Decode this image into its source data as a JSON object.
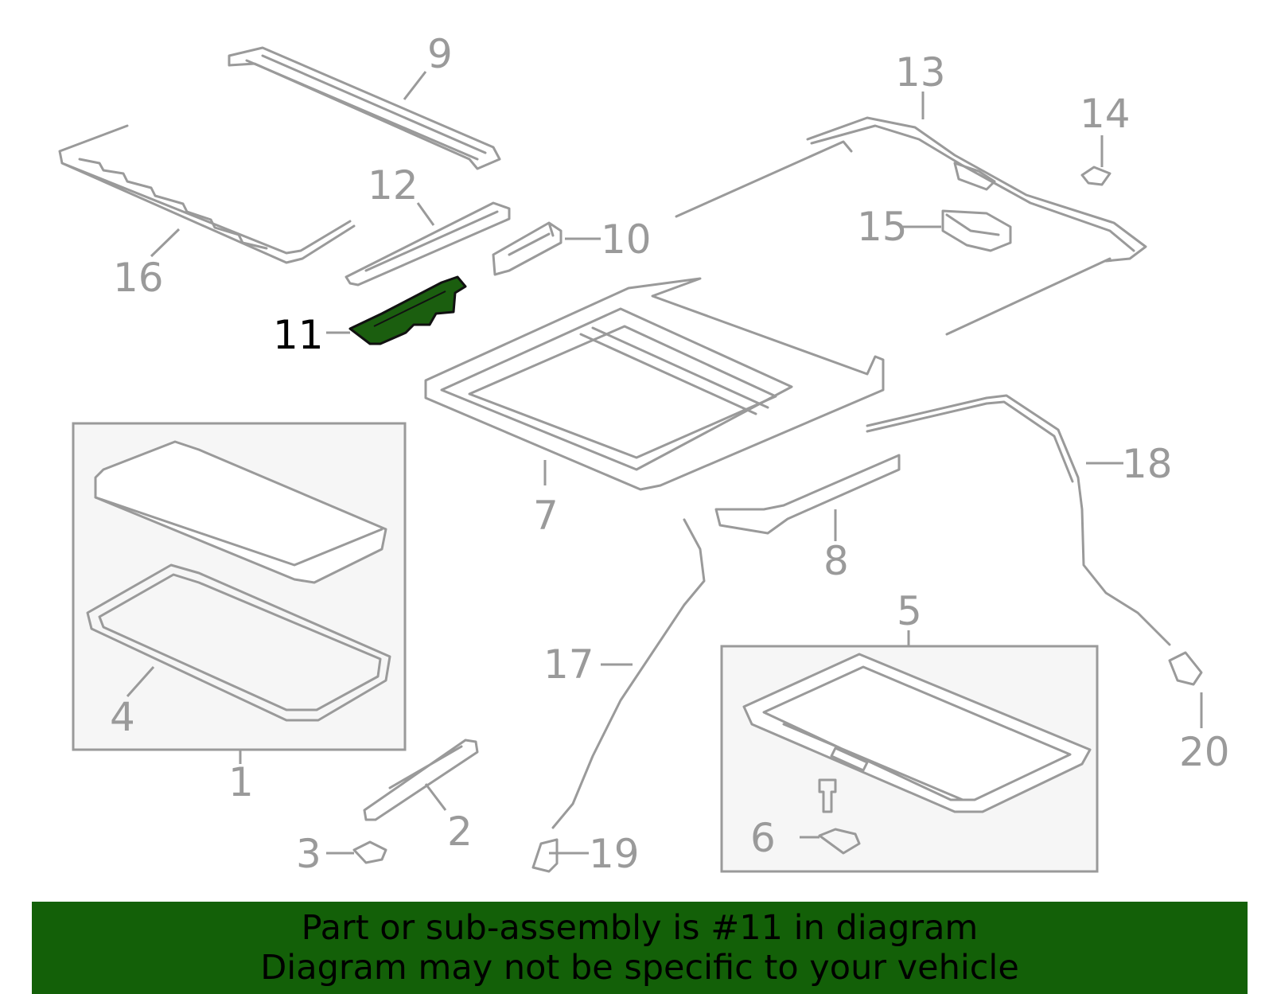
{
  "diagram": {
    "highlight_color": "#1b5e0f",
    "line_color": "#9a9a9a",
    "callouts": [
      {
        "id": "1",
        "text": "1"
      },
      {
        "id": "2",
        "text": "2"
      },
      {
        "id": "3",
        "text": "3"
      },
      {
        "id": "4",
        "text": "4"
      },
      {
        "id": "5",
        "text": "5"
      },
      {
        "id": "6",
        "text": "6"
      },
      {
        "id": "7",
        "text": "7"
      },
      {
        "id": "8",
        "text": "8"
      },
      {
        "id": "9",
        "text": "9"
      },
      {
        "id": "10",
        "text": "10"
      },
      {
        "id": "11",
        "text": "11",
        "highlighted": true
      },
      {
        "id": "12",
        "text": "12"
      },
      {
        "id": "13",
        "text": "13"
      },
      {
        "id": "14",
        "text": "14"
      },
      {
        "id": "15",
        "text": "15"
      },
      {
        "id": "16",
        "text": "16"
      },
      {
        "id": "17",
        "text": "17"
      },
      {
        "id": "18",
        "text": "18"
      },
      {
        "id": "19",
        "text": "19"
      },
      {
        "id": "20",
        "text": "20"
      }
    ]
  },
  "banner": {
    "color": "#136008",
    "line1": "Part or sub-assembly is #11 in diagram",
    "line2": "Diagram may not be specific to your vehicle"
  }
}
